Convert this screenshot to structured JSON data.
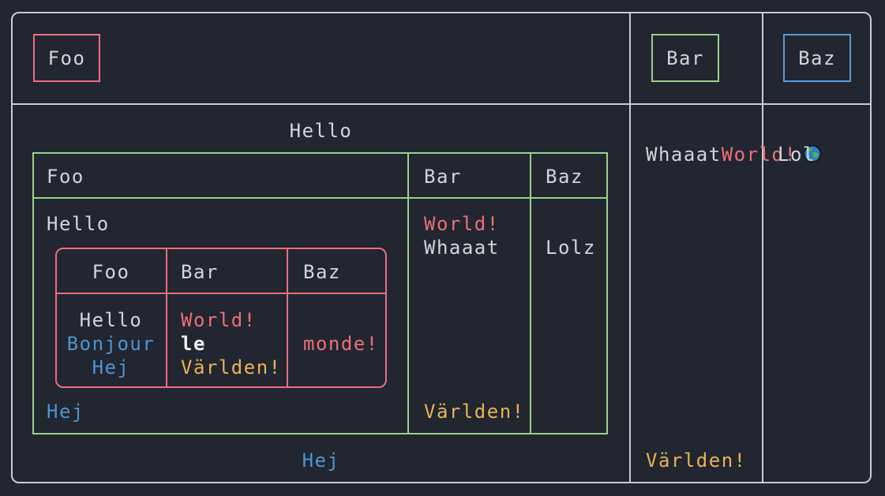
{
  "theme": {
    "background": "#212630",
    "outer_border": "#c9ccd1",
    "red": "#ee6e78",
    "red_text": "#ee6e78",
    "green": "#96d287",
    "blue": "#5a9ad6",
    "text_blue": "#4e94d0",
    "orange": "#e9b256",
    "text": "#d2d5da",
    "bright_white": "#f0f2f4"
  },
  "outer_table": {
    "header": {
      "foo": {
        "label": "Foo",
        "accent": "#ee6e78"
      },
      "bar": {
        "label": "Bar",
        "accent": "#96d287"
      },
      "baz": {
        "label": "Baz",
        "accent": "#5a9ad6"
      }
    },
    "body": {
      "foo_cell": {
        "top_center_text": "Hello",
        "bottom_center_text": "Hej"
      },
      "bar_cell": {
        "line1": "World!",
        "icon": "earth-globe",
        "line2": "Whaaat",
        "bottom_text": "Världen!"
      },
      "baz_cell": {
        "text": "Lol"
      }
    }
  },
  "green_table": {
    "header": {
      "foo": "Foo",
      "bar": "Bar",
      "baz": "Baz"
    },
    "body": {
      "foo_cell": {
        "top_text": "Hello",
        "bottom_text": "Hej"
      },
      "bar_cell": {
        "line1": "World!",
        "line2": "Whaaat",
        "bottom_text": "Världen!"
      },
      "baz_cell": {
        "text": "Lolz"
      }
    }
  },
  "red_table": {
    "header": {
      "foo": "Foo",
      "bar": "Bar",
      "baz": "Baz"
    },
    "body": {
      "foo_cell": {
        "line1": "Hello",
        "line2": "Bonjour",
        "line3": "Hej"
      },
      "bar_cell": {
        "line1": "World!",
        "line2": "le",
        "line3": "Världen!"
      },
      "baz_cell": {
        "text": "monde!"
      }
    }
  }
}
